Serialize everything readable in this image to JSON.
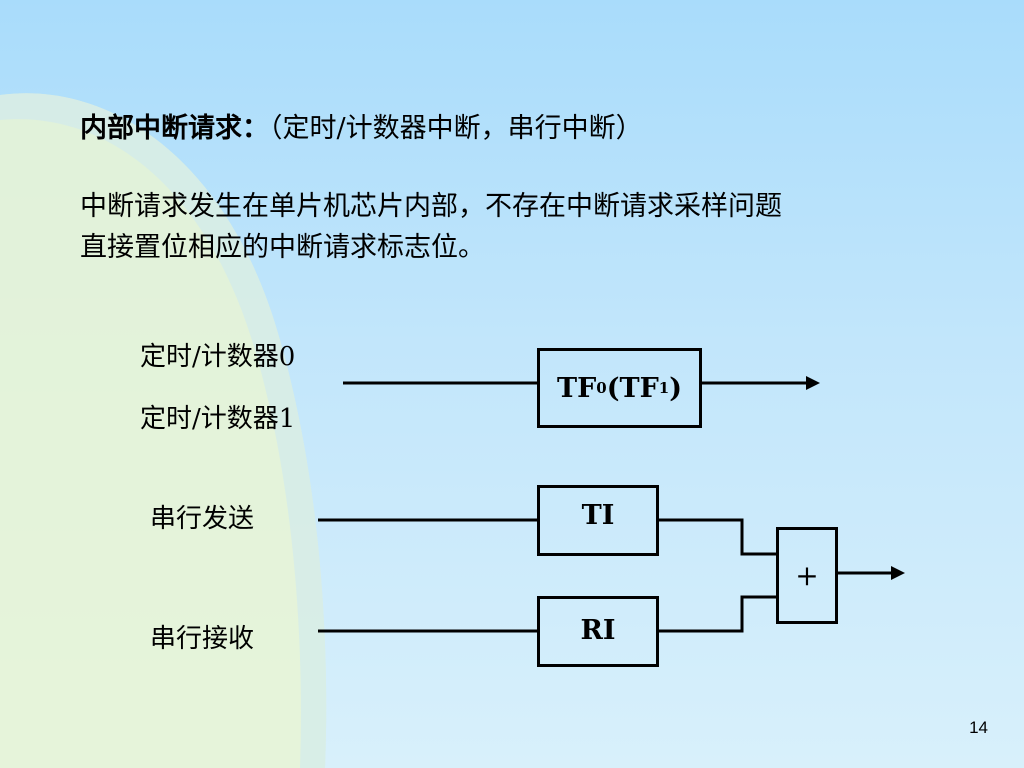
{
  "heading": {
    "bold": "内部中断请求：",
    "normal": "（定时/计数器中断，串行中断）"
  },
  "paragraph": {
    "line1": "中断请求发生在单片机芯片内部，不存在中断请求采样问题",
    "line2": "直接置位相应的中断请求标志位。"
  },
  "diagram": {
    "timer0_label": "定时/计数器0",
    "timer1_label": "定时/计数器1",
    "tf_box": {
      "main": "TF",
      "sub0": "0",
      "open": "(TF",
      "sub1": "1",
      "close": ")"
    },
    "serial_send_label": "串行发送",
    "serial_receive_label": "串行接收",
    "ti_box": "TI",
    "ri_box": "RI",
    "or_symbol": "+"
  },
  "page_number": "14"
}
